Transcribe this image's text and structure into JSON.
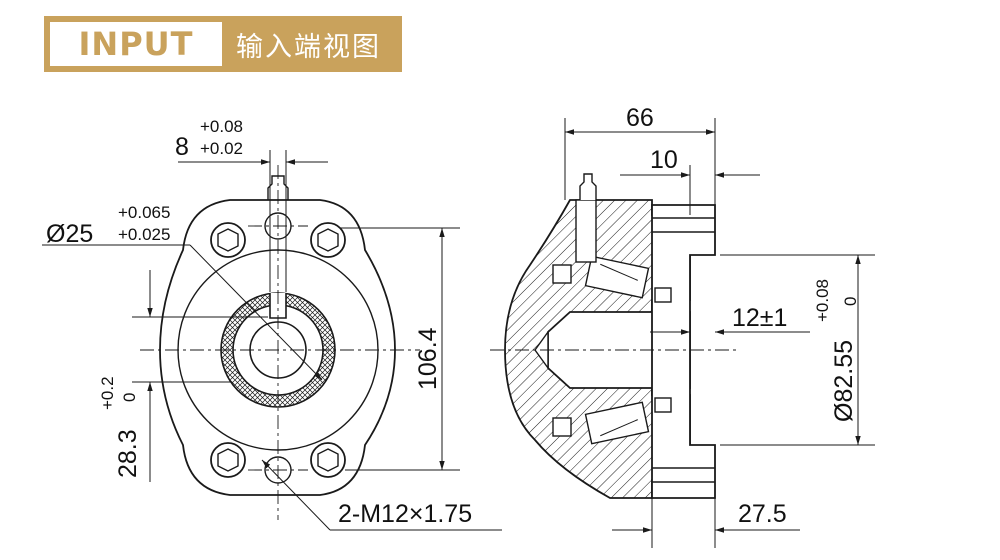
{
  "title": {
    "badge": "INPUT",
    "subtitle": "输入端视图"
  },
  "colors": {
    "accent": "#c9a25c",
    "line": "#1a1a1a"
  },
  "front_view": {
    "key_width": {
      "nominal": "8",
      "upper_tol": "+0.08",
      "lower_tol": "+0.02"
    },
    "bore": {
      "nominal": "Ø25",
      "upper_tol": "+0.065",
      "lower_tol": "+0.025"
    },
    "height": "106.4",
    "key_depth": {
      "nominal": "28.3",
      "upper_tol": "+0.2",
      "lower_tol": "0"
    },
    "thread": "2-M12×1.75"
  },
  "side_view": {
    "overall_length": "66",
    "flange_thickness": "10",
    "shaft_insertion": "12±1",
    "pilot_diameter": {
      "nominal": "Ø82.55",
      "upper_tol": "+0.08",
      "lower_tol": "0"
    },
    "offset": "27.5"
  }
}
